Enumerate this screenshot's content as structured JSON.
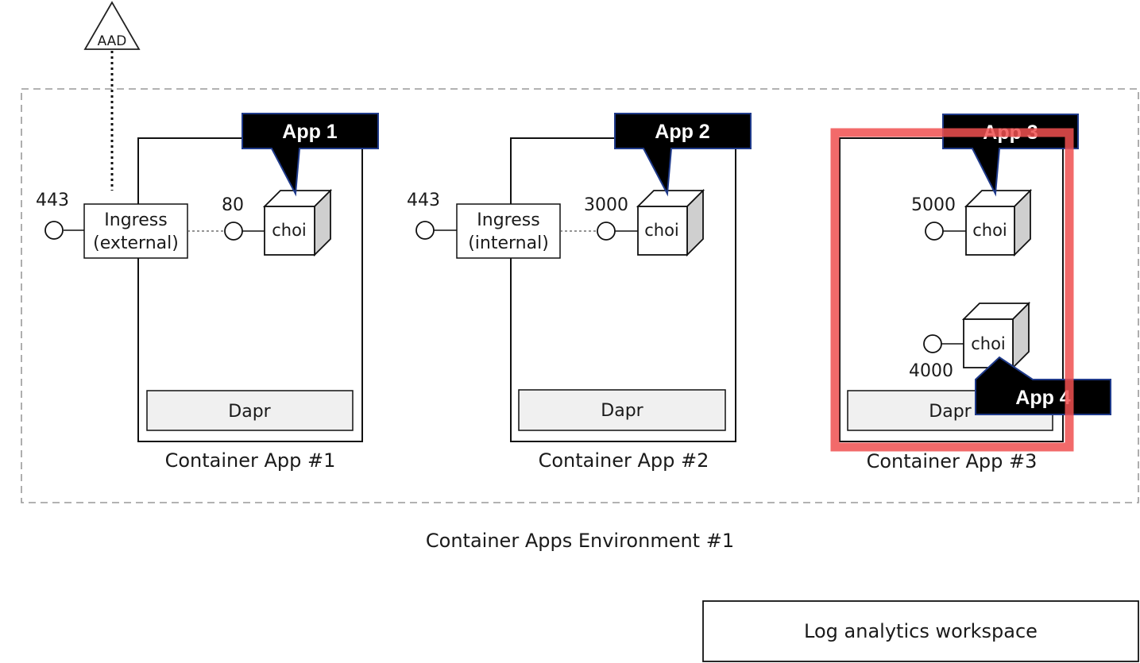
{
  "aad": {
    "label": "AAD"
  },
  "environment": {
    "label": "Container Apps Environment #1"
  },
  "log_workspace": {
    "label": "Log analytics workspace"
  },
  "container_apps": [
    {
      "label": "Container App #1",
      "dapr": "Dapr",
      "ingress": {
        "line1": "Ingress",
        "line2": "(external)",
        "port": "443"
      },
      "containers": [
        {
          "label": "choi",
          "port": "80"
        }
      ],
      "callout": "App 1"
    },
    {
      "label": "Container App #2",
      "dapr": "Dapr",
      "ingress": {
        "line1": "Ingress",
        "line2": "(internal)",
        "port": "443"
      },
      "containers": [
        {
          "label": "choi",
          "port": "3000"
        }
      ],
      "callout": "App 2"
    },
    {
      "label": "Container App #3",
      "dapr": "Dapr",
      "containers": [
        {
          "label": "choi",
          "port": "5000",
          "callout": "App 3"
        },
        {
          "label": "choi",
          "port": "4000",
          "callout": "App 4"
        }
      ]
    }
  ],
  "colors": {
    "callout_fill": "#000000",
    "callout_border": "#1f3a8a",
    "highlight": "#f05050",
    "dapr_fill": "#f0f0f0",
    "cube_side": "#cfcfcf",
    "env_border": "#999999"
  }
}
